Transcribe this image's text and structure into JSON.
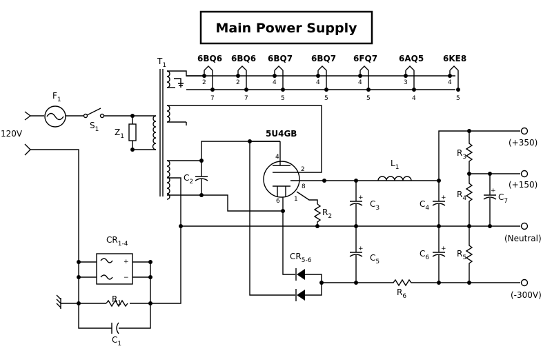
{
  "title": "Main Power Supply",
  "input": {
    "label": "120V"
  },
  "transformer": {
    "ref": "T",
    "sub": "1"
  },
  "fuse": {
    "ref": "F",
    "sub": "1"
  },
  "switch": {
    "ref": "S",
    "sub": "1"
  },
  "varistor": {
    "ref": "Z",
    "sub": "1"
  },
  "tubes": [
    {
      "name": "6BQ6",
      "pin_top": "2",
      "pin_bottom": "7"
    },
    {
      "name": "6BQ6",
      "pin_top": "2",
      "pin_bottom": "7"
    },
    {
      "name": "6BQ7",
      "pin_top": "4",
      "pin_bottom": "5"
    },
    {
      "name": "6BQ7",
      "pin_top": "4",
      "pin_bottom": "5"
    },
    {
      "name": "6FQ7",
      "pin_top": "4",
      "pin_bottom": "5"
    },
    {
      "name": "6AQ5",
      "pin_top": "3",
      "pin_bottom": "4"
    },
    {
      "name": "6KE8",
      "pin_top": "4",
      "pin_bottom": "5"
    }
  ],
  "rectifier_tube": {
    "name": "5U4GB",
    "pins": {
      "p4": "4",
      "p2": "2",
      "p8": "8",
      "p6": "6",
      "p1": "1"
    }
  },
  "components": {
    "C2": {
      "ref": "C",
      "sub": "2"
    },
    "C3": {
      "ref": "C",
      "sub": "3"
    },
    "C4": {
      "ref": "C",
      "sub": "4"
    },
    "C5": {
      "ref": "C",
      "sub": "5"
    },
    "C6": {
      "ref": "C",
      "sub": "6"
    },
    "C7": {
      "ref": "C",
      "sub": "7"
    },
    "C1": {
      "ref": "C",
      "sub": "1"
    },
    "L1": {
      "ref": "L",
      "sub": "1"
    },
    "R1": {
      "ref": "R",
      "sub": "1"
    },
    "R2": {
      "ref": "R",
      "sub": "2"
    },
    "R3": {
      "ref": "R",
      "sub": "3"
    },
    "R4": {
      "ref": "R",
      "sub": "4"
    },
    "R5": {
      "ref": "R",
      "sub": "5"
    },
    "R6": {
      "ref": "R",
      "sub": "6"
    },
    "CR14": {
      "ref": "CR",
      "sub": "1-4"
    },
    "CR56": {
      "ref": "CR",
      "sub": "5-6"
    }
  },
  "bridge_signs": {
    "plus": "+",
    "minus": "−"
  },
  "cap_plus": "+",
  "outputs": {
    "out350": "(+350)",
    "out150": "(+150)",
    "neutral": "(Neutral)",
    "neg300": "(-300V)"
  }
}
